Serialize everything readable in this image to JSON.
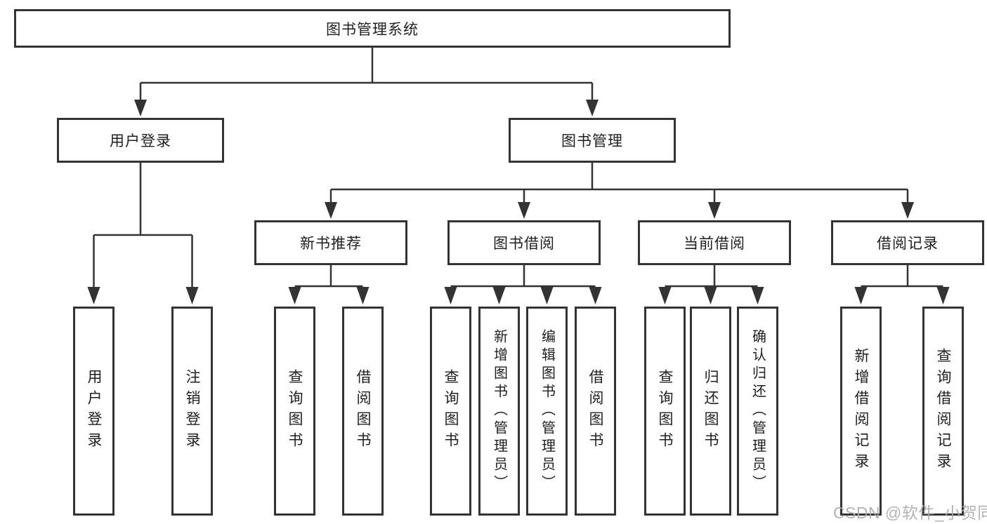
{
  "tree": {
    "label": "图书管理系统",
    "children": [
      {
        "label": "用户登录",
        "children": [
          {
            "label": "用户登录"
          },
          {
            "label": "注销登录"
          }
        ]
      },
      {
        "label": "图书管理",
        "children": [
          {
            "label": "新书推荐",
            "children": [
              {
                "label": "查询图书"
              },
              {
                "label": "借阅图书"
              }
            ]
          },
          {
            "label": "图书借阅",
            "children": [
              {
                "label": "查询图书"
              },
              {
                "label": "新增图书（管理员）"
              },
              {
                "label": "编辑图书（管理员）"
              },
              {
                "label": "借阅图书"
              }
            ]
          },
          {
            "label": "当前借阅",
            "children": [
              {
                "label": "查询图书"
              },
              {
                "label": "归还图书"
              },
              {
                "label": "确认归还（管理员）"
              }
            ]
          },
          {
            "label": "借阅记录",
            "children": [
              {
                "label": "新增借阅记录"
              },
              {
                "label": "查询借阅记录"
              }
            ]
          }
        ]
      }
    ]
  },
  "watermark": {
    "text": "CSDN @软件_小贺同学"
  },
  "colors": {
    "line": "#333333",
    "box_border": "#333333",
    "box_fill": "#ffffff",
    "text": "#1f1f1f",
    "watermark": "#ababab"
  }
}
